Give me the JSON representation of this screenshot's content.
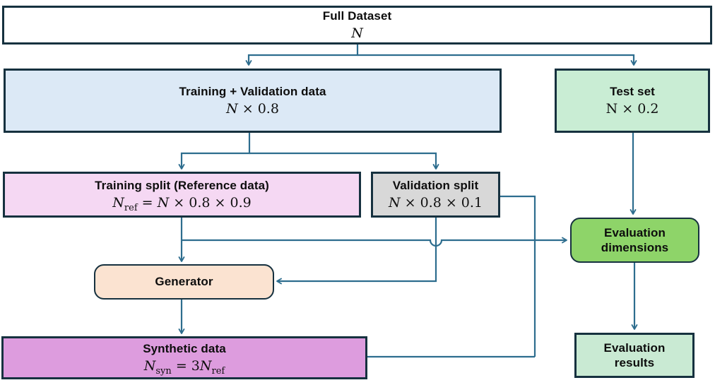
{
  "figure": {
    "type": "flowchart",
    "description": "Dataset split and synthetic data evaluation pipeline"
  },
  "palette": {
    "box_border": "#16313f",
    "connector": "#2d6d8e",
    "text": "#0d0d0d",
    "fills": {
      "full_dataset": "#ffffff",
      "training_val": "#dce9f6",
      "test_set": "#c9edd4",
      "training_split": "#f5d8f3",
      "validation_split": "#d8d8d8",
      "generator": "#fbe3d1",
      "evaluation_dimensions": "#8ed469",
      "synthetic_data": "#dd9cde",
      "evaluation_results": "#c9ead3"
    }
  },
  "nodes": {
    "full_dataset": {
      "title": "Full Dataset",
      "formula": [
        "N"
      ]
    },
    "training_val": {
      "title": "Training + Validation data",
      "formula": [
        "N",
        " × 0.8"
      ]
    },
    "test_set": {
      "title": "Test set",
      "formula": [
        "N × 0.2"
      ]
    },
    "training_split": {
      "title": "Training split (Reference data)",
      "formula": [
        "N",
        "ref",
        " = ",
        "N",
        " × 0.8 × 0.9"
      ]
    },
    "validation_split": {
      "title": "Validation split",
      "formula": [
        "N",
        " × 0.8 × 0.1"
      ]
    },
    "generator": {
      "title": "Generator"
    },
    "synthetic_data": {
      "title": "Synthetic data",
      "formula": [
        "N",
        "syn",
        " = 3",
        "N",
        "ref"
      ]
    },
    "evaluation_dimensions": {
      "lines": [
        "Evaluation",
        "dimensions"
      ]
    },
    "evaluation_results": {
      "lines": [
        "Evaluation",
        "results"
      ]
    }
  },
  "edges": [
    {
      "from": "full_dataset",
      "to": "training_val"
    },
    {
      "from": "full_dataset",
      "to": "test_set"
    },
    {
      "from": "training_val",
      "to": "training_split"
    },
    {
      "from": "training_val",
      "to": "validation_split"
    },
    {
      "from": "training_split",
      "to": "generator"
    },
    {
      "from": "training_split",
      "to": "evaluation_dimensions"
    },
    {
      "from": "validation_split",
      "to": "generator"
    },
    {
      "from": "validation_split",
      "to": "evaluation_dimensions"
    },
    {
      "from": "generator",
      "to": "synthetic_data"
    },
    {
      "from": "synthetic_data",
      "to": "evaluation_dimensions"
    },
    {
      "from": "test_set",
      "to": "evaluation_dimensions"
    },
    {
      "from": "evaluation_dimensions",
      "to": "evaluation_results"
    }
  ]
}
